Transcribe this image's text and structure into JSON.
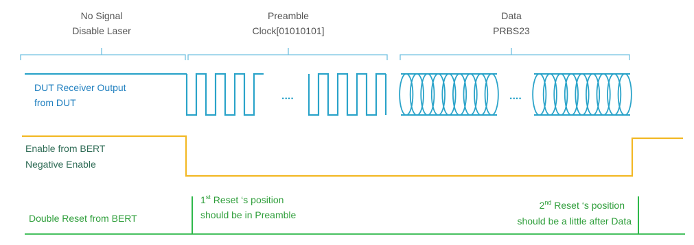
{
  "sections": {
    "no_signal": {
      "line1": "No Signal",
      "line2": "Disable Laser"
    },
    "preamble": {
      "line1": "Preamble",
      "line2": "Clock[01010101]"
    },
    "data": {
      "line1": "Data",
      "line2": "PRBS23"
    }
  },
  "signals": {
    "dut": {
      "label1": "DUT Receiver Output",
      "label2": "from DUT",
      "ellipsis": "....",
      "color": "#2aa3c9"
    },
    "enable": {
      "label1": "Enable from BERT",
      "label2": "Negative Enable",
      "color": "#f2b824"
    },
    "reset": {
      "label": "Double Reset from BERT",
      "color": "#2eb84a"
    }
  },
  "annotations": {
    "reset1": {
      "sup_base": "1",
      "sup": "st",
      "line1_rest": " Reset ‘s position",
      "line2": "should be in Preamble"
    },
    "reset2": {
      "sup_base": "2",
      "sup": "nd",
      "line1_rest": " Reset ‘s position",
      "line2": "should be a little after Data"
    }
  },
  "colors": {
    "brace": "#6fc0e0",
    "dut_text": "#1f7fbf",
    "enable_text": "#2e6b55",
    "reset_text": "#2e9e3a"
  }
}
